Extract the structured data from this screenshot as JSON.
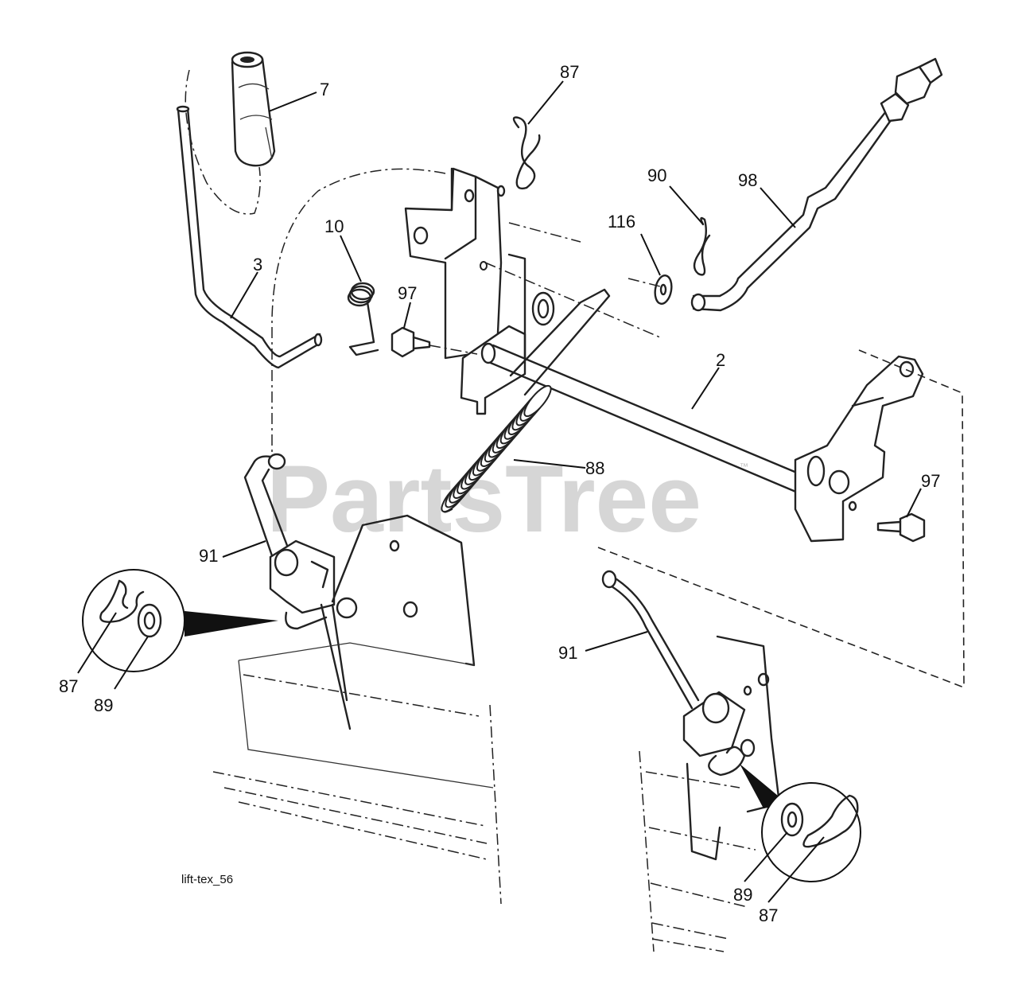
{
  "watermark": {
    "text": "PartsTree",
    "trademark": "™"
  },
  "diagram_id": "lift-tex_56",
  "callouts": [
    {
      "id": "c7",
      "label": "7"
    },
    {
      "id": "c87-top",
      "label": "87"
    },
    {
      "id": "c10",
      "label": "10"
    },
    {
      "id": "c3",
      "label": "3"
    },
    {
      "id": "c97-left",
      "label": "97"
    },
    {
      "id": "c90",
      "label": "90"
    },
    {
      "id": "c98",
      "label": "98"
    },
    {
      "id": "c116",
      "label": "116"
    },
    {
      "id": "c2",
      "label": "2"
    },
    {
      "id": "c88",
      "label": "88"
    },
    {
      "id": "c97-right",
      "label": "97"
    },
    {
      "id": "c91-left",
      "label": "91"
    },
    {
      "id": "c87-left",
      "label": "87"
    },
    {
      "id": "c89-left",
      "label": "89"
    },
    {
      "id": "c91-right",
      "label": "91"
    },
    {
      "id": "c89-right",
      "label": "89"
    },
    {
      "id": "c87-right",
      "label": "87"
    }
  ]
}
